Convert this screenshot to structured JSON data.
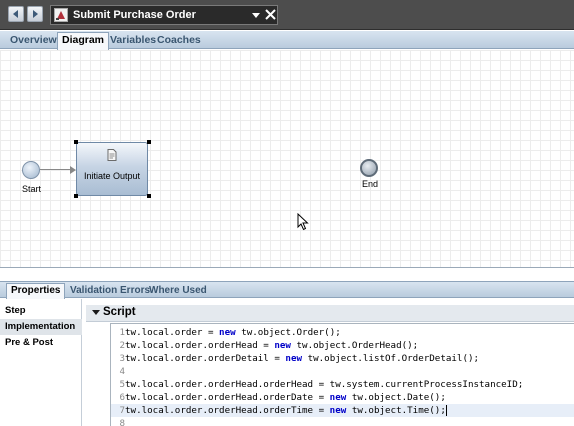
{
  "titlebar": {
    "title": "Submit Purchase Order"
  },
  "tabs": [
    {
      "label": "Overview"
    },
    {
      "label": "Diagram"
    },
    {
      "label": "Variables"
    },
    {
      "label": "Coaches"
    }
  ],
  "diagram": {
    "start_label": "Start",
    "activity_label": "Initiate Output",
    "end_label": "End"
  },
  "properties": {
    "tabs": [
      {
        "label": "Properties"
      },
      {
        "label": "Validation Errors"
      },
      {
        "label": "Where Used"
      }
    ],
    "sections": [
      {
        "label": "Step"
      },
      {
        "label": "Implementation"
      },
      {
        "label": "Pre & Post"
      }
    ],
    "script_title": "Script",
    "script_lines": [
      {
        "num": "1",
        "a": "tw.local.order = ",
        "kw": "new",
        "b": " tw.object.Order();"
      },
      {
        "num": "2",
        "a": "tw.local.order.orderHead = ",
        "kw": "new",
        "b": " tw.object.OrderHead();"
      },
      {
        "num": "3",
        "a": "tw.local.order.orderDetail = ",
        "kw": "new",
        "b": " tw.object.listOf.OrderDetail();"
      },
      {
        "num": "4",
        "a": "",
        "kw": "",
        "b": ""
      },
      {
        "num": "5",
        "a": "tw.local.order.orderHead.orderHead = tw.system.currentProcessInstanceID;",
        "kw": "",
        "b": ""
      },
      {
        "num": "6",
        "a": "tw.local.order.orderHead.orderDate = ",
        "kw": "new",
        "b": " tw.object.Date();"
      },
      {
        "num": "7",
        "a": "tw.local.order.orderHead.orderTime = ",
        "kw": "new",
        "b": " tw.object.Time();"
      },
      {
        "num": "8",
        "a": "",
        "kw": "",
        "b": ""
      }
    ]
  }
}
